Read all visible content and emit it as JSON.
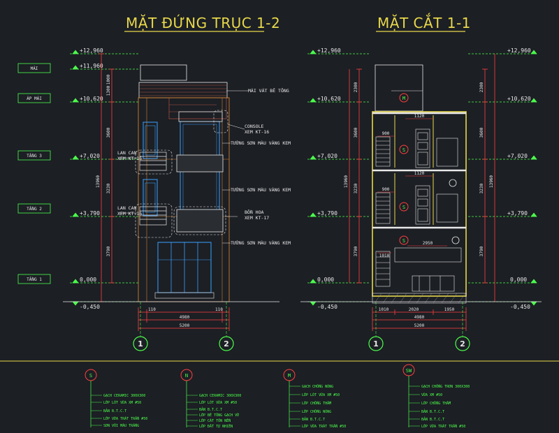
{
  "titles": {
    "elevation": "MẶT ĐỨNG TRỤC 1-2",
    "section": "MẶT CẮT 1-1"
  },
  "floor_tags": [
    "MÁI",
    "ÁP MÁI",
    "TẦNG 3",
    "TẦNG 2",
    "TẦNG 1"
  ],
  "levels": {
    "l1": "+12,960",
    "l2": "+11,960",
    "l3": "+10,620",
    "l4": "+7,020",
    "l5": "+3,790",
    "l6": "0,000",
    "l7": "-0,450"
  },
  "right_levels": {
    "r1": "+12,960",
    "r2": "+10,620",
    "r3": "+7,020",
    "r4": "+3,790",
    "r5": "0,000",
    "r6": "-0,450"
  },
  "vert_dims": {
    "elev_top": "1000",
    "elev_a": "1300",
    "elev_b": "3600",
    "elev_c": "3230",
    "elev_d": "3790",
    "elev_total": "13960",
    "sec_a": "2300",
    "sec_b": "3600",
    "sec_c": "3230",
    "sec_d": "3790"
  },
  "horiz_dims": {
    "elev_left": "110",
    "elev_right": "110",
    "elev_mid": "4980",
    "elev_total": "5200",
    "sec_a": "1010",
    "sec_b": "2020",
    "sec_c": "1950",
    "sec_mid": "4980",
    "sec_total": "5200"
  },
  "section_dims": {
    "s1": "1120",
    "s2": "900",
    "s3": "1120",
    "s4": "900",
    "s5": "2950",
    "s6": "1010"
  },
  "elev_annotations": {
    "roof": "MÁI VÁT BÊ TÔNG",
    "console": "CONSOLE",
    "console_ref": "XEM KT-16",
    "wall1": "TƯỜNG SƠN MÀU VÀNG KEM",
    "wall2": "TƯỜNG SƠN MÀU VÀNG KEM",
    "planter": "BỒN HOA",
    "planter_ref": "XEM KT-17",
    "wall3": "TƯỜNG SƠN MÀU VÀNG KEM",
    "railing1": "LAN CAN",
    "railing1_ref": "XEM KT-16",
    "railing2": "LAN CAN",
    "railing2_ref": "XEM KT-16"
  },
  "axes": {
    "a1": "1",
    "a2": "2",
    "b1": "1",
    "b2": "2"
  },
  "legend": [
    {
      "marker": "S",
      "items": [
        "GẠCH CERAMIC 300X300",
        "LỚP LÓT VỮA XM #50",
        "BẢN B.T.C.T",
        "LỚP VỮA TRÁT TRẦN #50",
        "SƠN VÔI MÀU TRẮNG"
      ]
    },
    {
      "marker": "N",
      "items": [
        "GẠCH CERAMIC 300X300",
        "LỚP LÓT VỮA XM #50",
        "BẢN B.T.C.T",
        "LỚP BÊ TÔNG GẠCH VỠ",
        "LỚP CÁT TÔN NỀN",
        "LỚP ĐẤT TỰ NHIÊN"
      ]
    },
    {
      "marker": "M",
      "items": [
        "GẠCH CHỐNG NÓNG",
        "LỚP LÓT VỮA XM #50",
        "LỚP CHỐNG THẤM",
        "LỚP CHỐNG NÓNG",
        "BẢN B.T.C.T",
        "LỚP VỮA TRÁT TRẦN #50"
      ]
    },
    {
      "marker": "SW",
      "items": [
        "GẠCH CHỐNG TRƠN 300X300",
        "VỮA XM #50",
        "LỚP CHỐNG THẤM",
        "BẢN B.T.C.T",
        "BẢN B.T.C.T",
        "LỚP VỮA TRÁT TRẦN #50"
      ]
    }
  ],
  "section_markers": [
    "M",
    "S",
    "S",
    "S"
  ]
}
